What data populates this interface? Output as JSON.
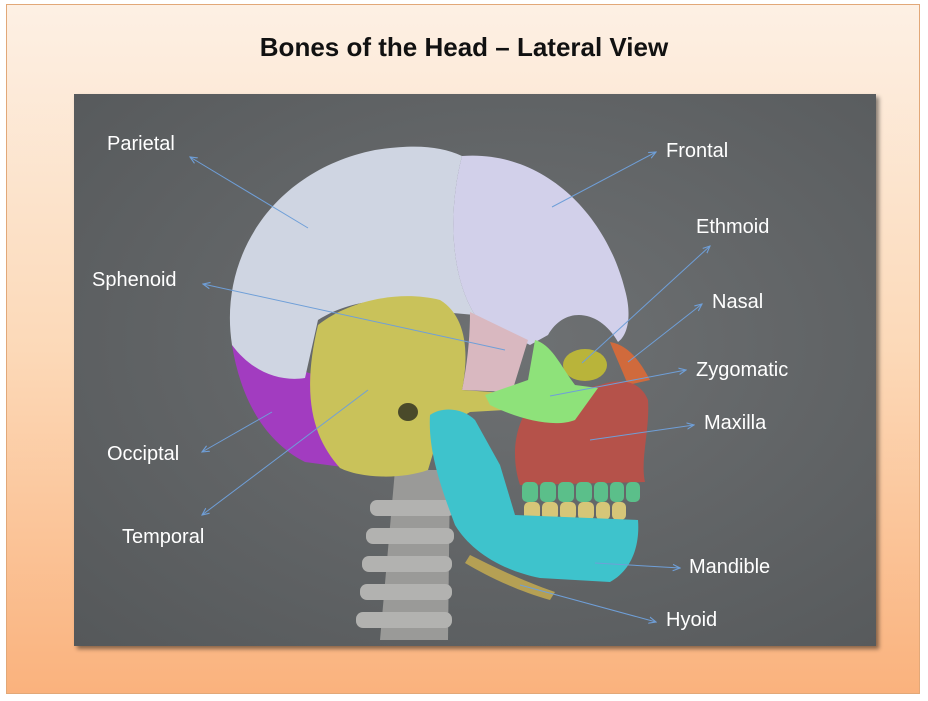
{
  "title": "Bones of the Head – Lateral View",
  "labels": {
    "parietal": "Parietal",
    "frontal": "Frontal",
    "ethmoid": "Ethmoid",
    "sphenoid": "Sphenoid",
    "nasal": "Nasal",
    "zygomatic": "Zygomatic",
    "maxilla": "Maxilla",
    "occiptal": "Occiptal",
    "temporal": "Temporal",
    "mandible": "Mandible",
    "hyoid": "Hyoid"
  },
  "colors": {
    "parietal": "#cfd5e2",
    "frontal": "#d2d0ea",
    "occipital": "#a23cc0",
    "temporal": "#c9c25a",
    "sphenoid": "#d9b8c0",
    "zygomatic": "#8ee27a",
    "ethmoid": "#b9b43a",
    "nasal": "#d06a3c",
    "maxilla": "#b5524a",
    "mandible": "#3ec3cc",
    "teeth_upper": "#5bbf8a",
    "teeth_lower": "#d6c678",
    "hyoid": "#b5a054",
    "spine": "#9a9a98",
    "arrow": "#6f9fd8"
  }
}
